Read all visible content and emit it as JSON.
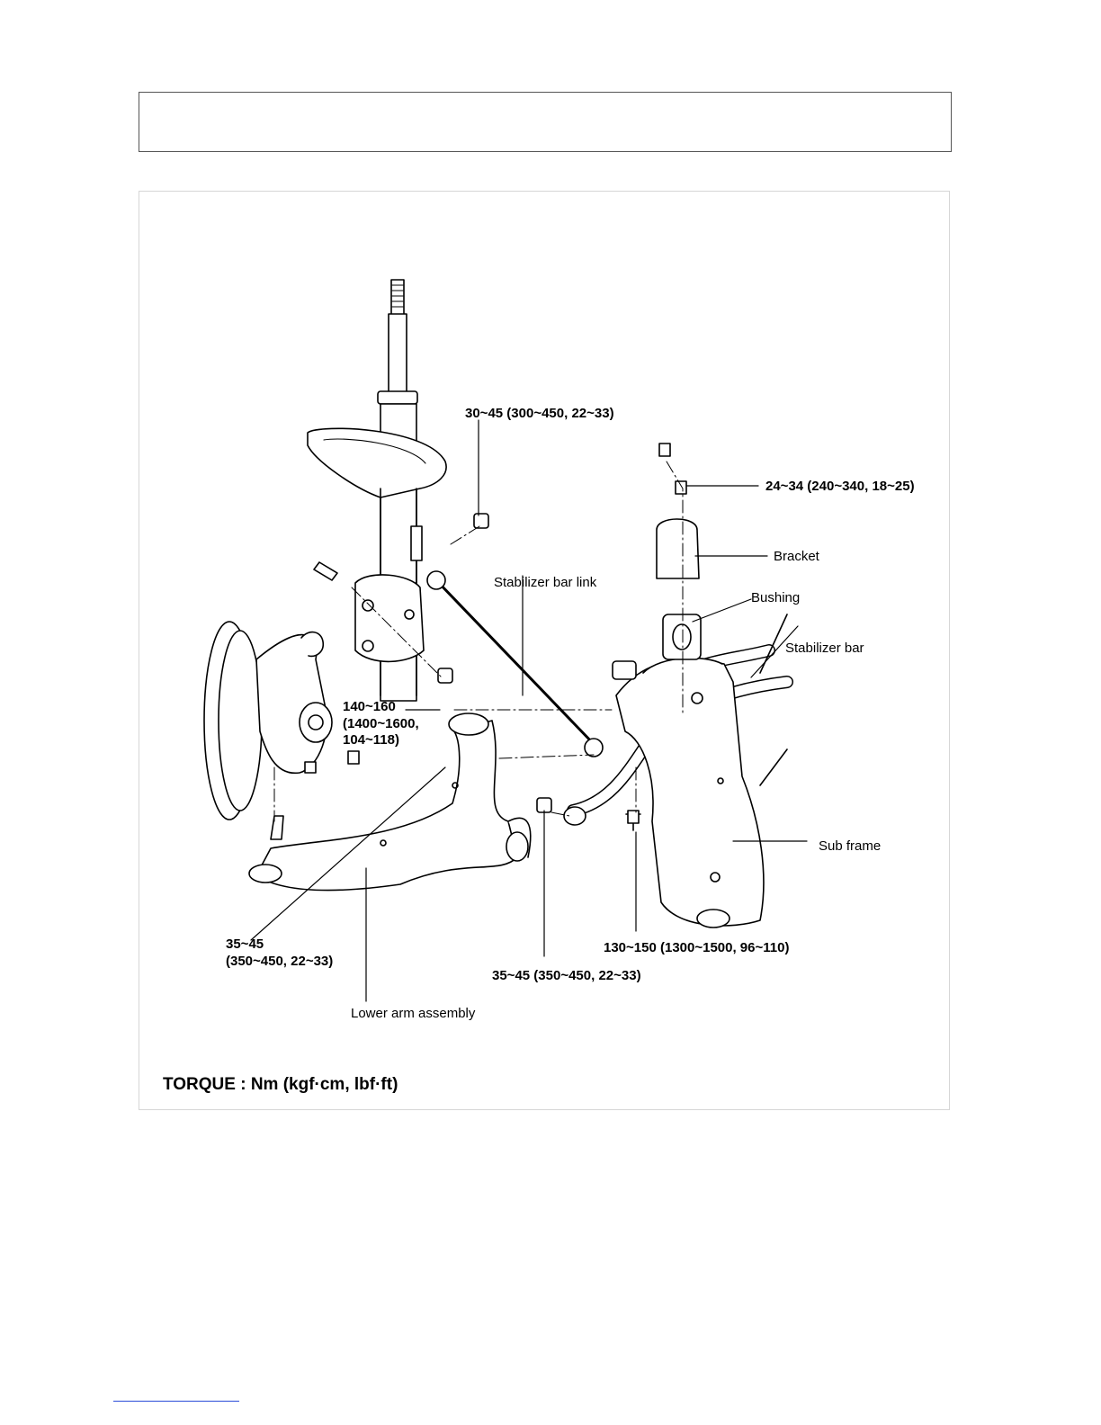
{
  "diagram": {
    "labels": {
      "strut_nut_torque": "30~45 (300~450, 22~33)",
      "bracket_bolt_torque": "24~34 (240~340, 18~25)",
      "bracket": "Bracket",
      "bushing": "Bushing",
      "stabilizer_bar": "Stabilizer bar",
      "stabilizer_bar_link": "Stabilizer bar link",
      "knuckle_nut_torque_line1": "140~160",
      "knuckle_nut_torque_line2": "(1400~1600,",
      "knuckle_nut_torque_line3": "104~118)",
      "sub_frame": "Sub frame",
      "subframe_bolt_torque": "130~150 (1300~1500, 96~110)",
      "ball_joint_torque_line1": "35~45",
      "ball_joint_torque_line2": "(350~450, 22~33)",
      "link_nut_torque": "35~45 (350~450, 22~33)",
      "lower_arm_assembly": "Lower arm assembly"
    },
    "torque_unit_note": "TORQUE : Nm (kgf·cm, lbf·ft)"
  }
}
